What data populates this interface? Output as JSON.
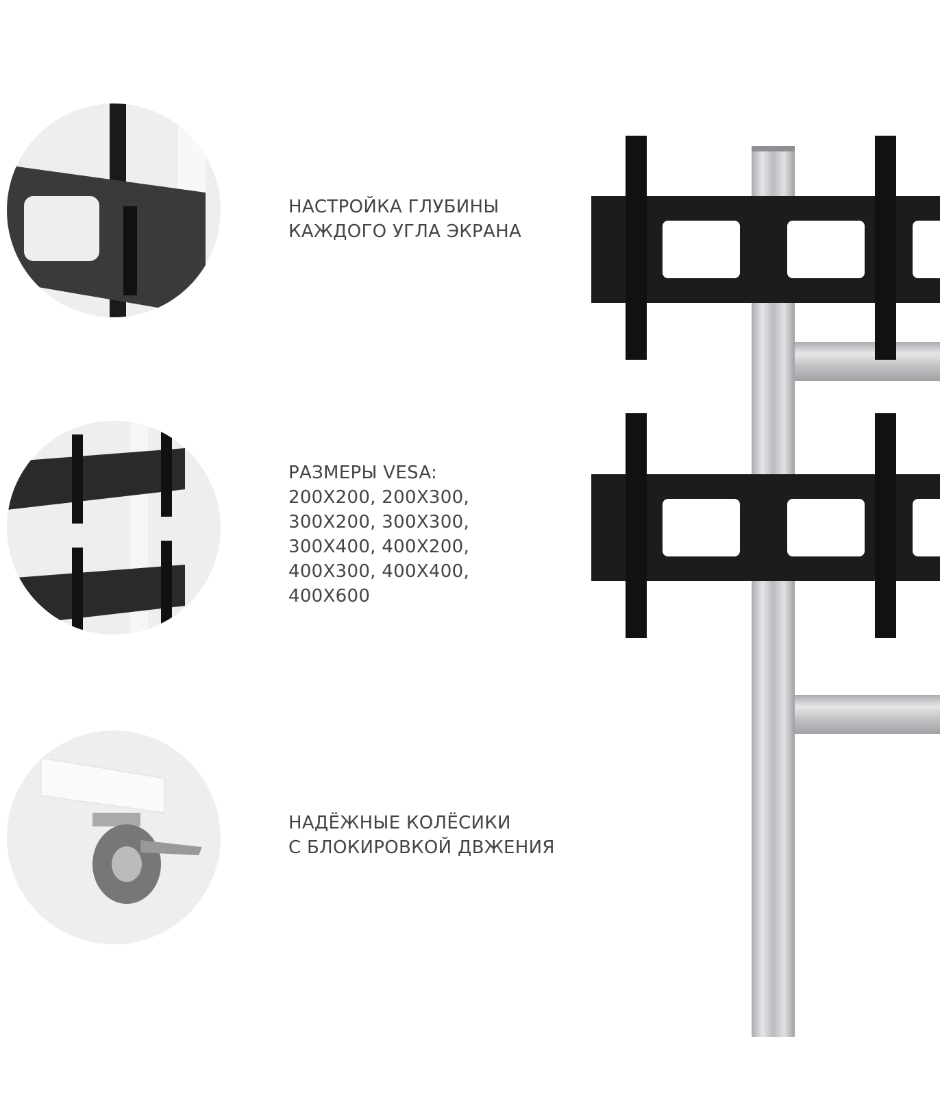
{
  "features": [
    {
      "lines": [
        "НАСТРОЙКА ГЛУБИНЫ",
        "КАЖДОГО УГЛА ЭКРАНА"
      ],
      "icon": "depth-adjust-photo"
    },
    {
      "lines": [
        "РАЗМЕРЫ VESA:",
        "200X200, 200X300,",
        "300X200, 300X300,",
        "300X400, 400X200,",
        "400X300, 400X400,",
        "400X600"
      ],
      "icon": "vesa-brackets-photo"
    },
    {
      "lines": [
        "НАДЁЖНЫЕ КОЛЁСИКИ",
        "С БЛОКИРОВКОЙ ДВЖЕНИЯ"
      ],
      "icon": "caster-wheel-photo"
    }
  ],
  "colors": {
    "text": "#444444",
    "bracket": "#1a1a1a",
    "aluminum": "#c8c9cb",
    "circle_bg": "#eeeeee"
  }
}
